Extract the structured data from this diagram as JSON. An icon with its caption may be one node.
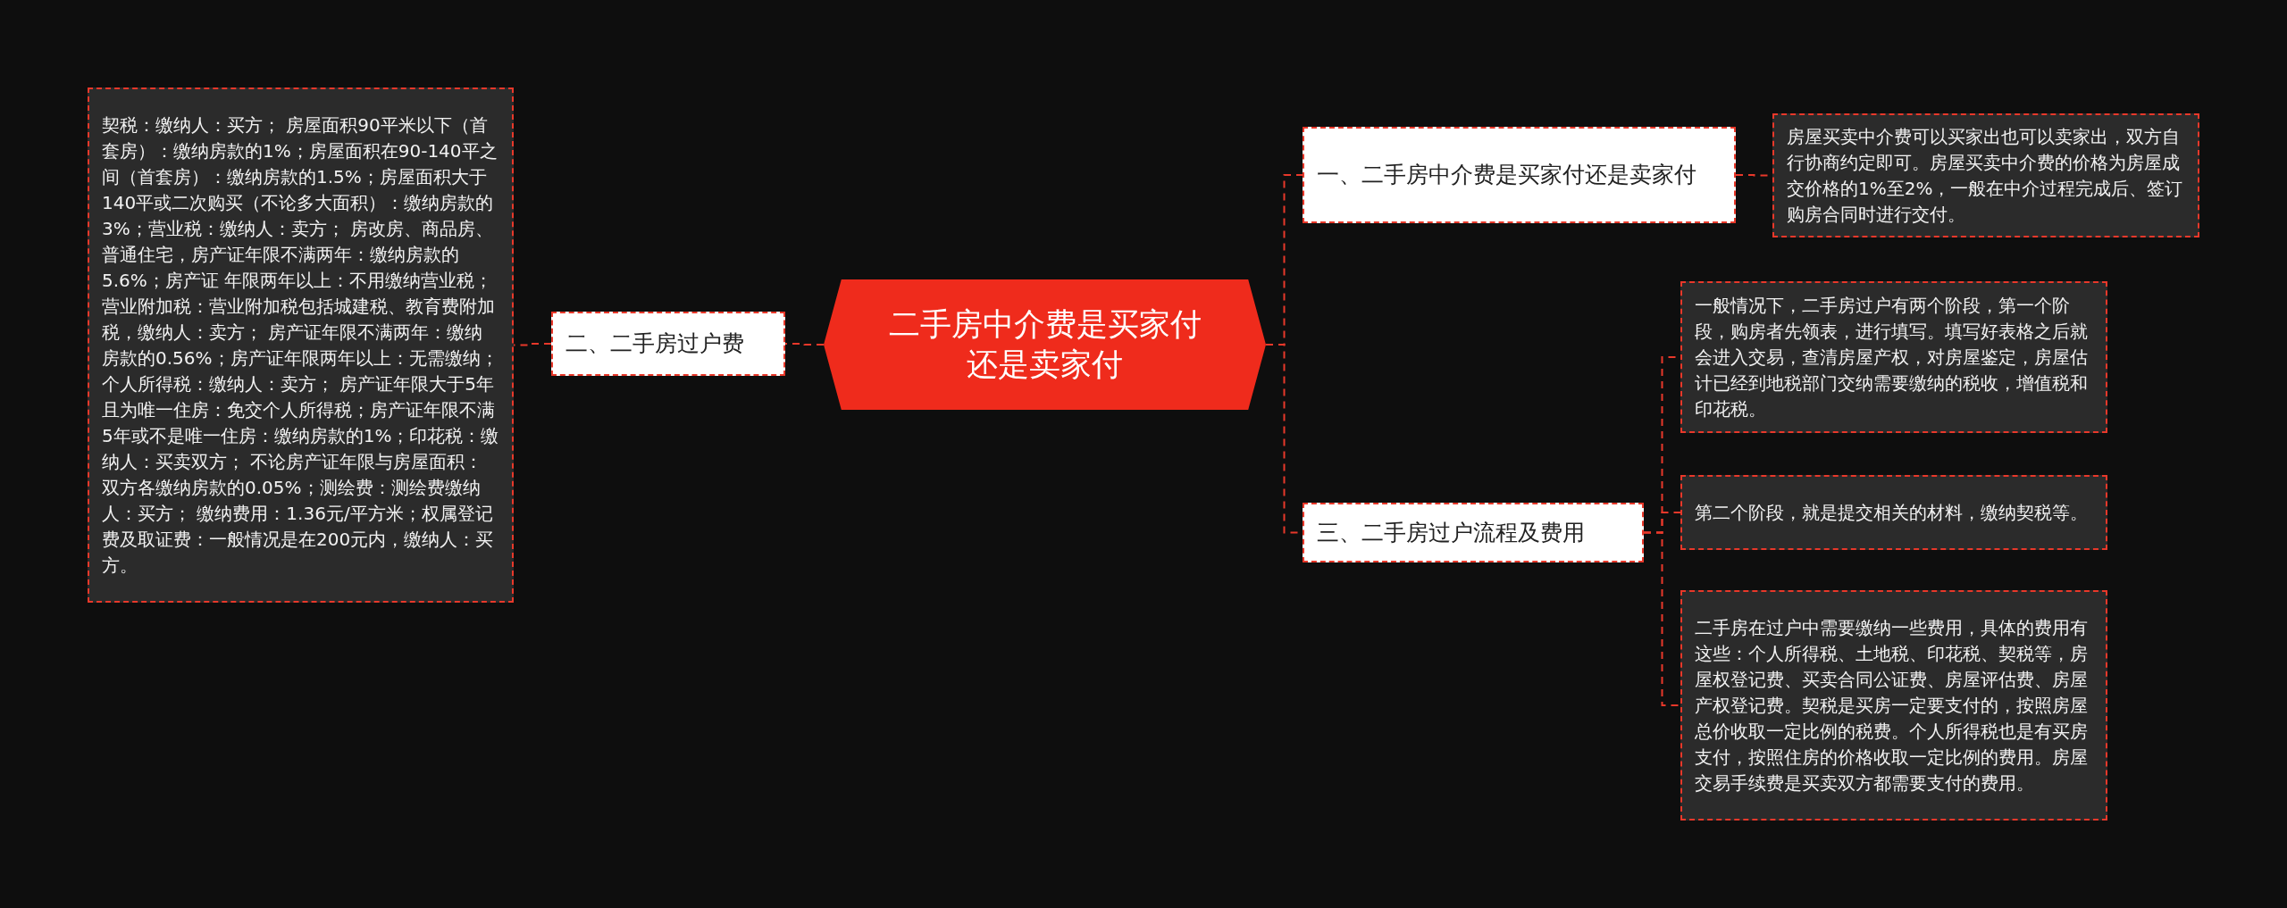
{
  "diagram": {
    "nodes": [
      {
        "text": [
          "二手房中介费是买家付还是卖家付"
        ]
      },
      {
        "text": [
          "一、二手房中介费是买家付还是卖家付"
        ]
      },
      {
        "text": [
          "房屋买卖中介费可以买家出也可以卖家出，双方自行协商约定即可。房屋买卖中介费的价格为房屋成交价格的1%至2%，一般在中介过程完成后、签订购房合同时进行交付。"
        ]
      },
      {
        "text": [
          "二、二手房过户费"
        ]
      },
      {
        "text": [
          "契税：缴纳人：买方； 房屋面积90平米以下（首套房）：缴纳房款的1%；房屋面积在90-140平之间（首套房）：缴纳房款的1.5%；房屋面积大于140平或二次购买（不论多大面积）：缴纳房款的3%；营业税：缴纳人：卖方； 房改房、商品房、普通住宅，房产证年限不满两年：缴纳房款的5.6%；房产证 年限两年以上：不用缴纳营业税；营业附加税：营业附加税包括城建税、教育费附加税，缴纳人：卖方； 房产证年限不满两年：缴纳房款的0.56%；房产证年限两年以上：无需缴纳；个人所得税：缴纳人：卖方； 房产证年限大于5年且为唯一住房：免交个人所得税；房产证年限不满5年或不是唯一住房：缴纳房款的1%；印花税：缴纳人：买卖双方； 不论房产证年限与房屋面积：双方各缴纳房款的0.05%；测绘费：测绘费缴纳人：买方； 缴纳费用：1.36元/平方米；权属登记费及取证费：一般情况是在200元内，缴纳人：买方。"
        ]
      },
      {
        "text": [
          "三、二手房过户流程及费用"
        ]
      },
      {
        "text": [
          "一般情况下，二手房过户有两个阶段，第一个阶段，购房者先领表，进行填写。填写好表格之后就会进入交易，查清房屋产权，对房屋鉴定，房屋估计已经到地税部门交纳需要缴纳的税收，增值税和印花税。"
        ]
      },
      {
        "text": [
          "第二个阶段，就是提交相关的材料，缴纳契税等。"
        ]
      },
      {
        "text": [
          "二手房在过户中需要缴纳一些费用，具体的费用有这些：个人所得税、土地税、印花税、契税等，房屋权登记费、买卖合同公证费、房屋评估费、房屋产权登记费。契税是买房一定要支付的，按照房屋总价收取一定比例的税费。个人所得税也是有买房支付，按照住房的价格收取一定比例的费用。房屋交易手续费是买卖双方都需要支付的费用。"
        ]
      }
    ],
    "edges": [
      {
        "from": 0,
        "to": 1,
        "arrow": "none",
        "style": "dashed"
      },
      {
        "from": 1,
        "to": 2,
        "arrow": "none",
        "style": "dashed"
      },
      {
        "from": 0,
        "to": 3,
        "arrow": "none",
        "style": "dashed"
      },
      {
        "from": 3,
        "to": 4,
        "arrow": "none",
        "style": "dashed"
      },
      {
        "from": 0,
        "to": 5,
        "arrow": "none",
        "style": "dashed"
      },
      {
        "from": 5,
        "to": 6,
        "arrow": "none",
        "style": "dashed"
      },
      {
        "from": 5,
        "to": 7,
        "arrow": "none",
        "style": "dashed"
      },
      {
        "from": 5,
        "to": 8,
        "arrow": "none",
        "style": "dashed"
      }
    ]
  }
}
